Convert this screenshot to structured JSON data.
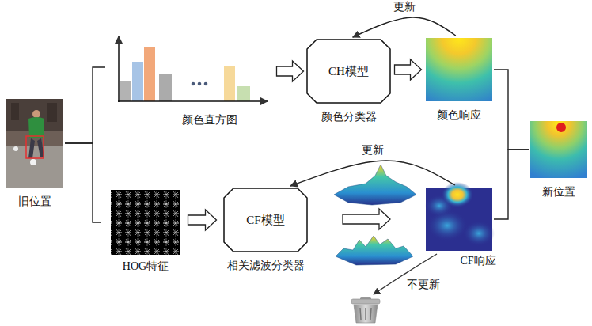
{
  "diagram": {
    "nodes": [
      {
        "text": [
          "旧位置"
        ]
      },
      {
        "text": [
          "颜色直方图"
        ]
      },
      {
        "text": [
          "CH模型",
          "颜色分类器"
        ]
      },
      {
        "text": [
          "颜色响应"
        ]
      },
      {
        "text": [
          "HOG特征"
        ]
      },
      {
        "text": [
          "CF模型",
          "相关滤波分类器"
        ]
      },
      {
        "text": [
          "CF响应"
        ]
      },
      {
        "text": [
          "新位置"
        ]
      }
    ],
    "edges": [
      {
        "from": 0,
        "to": 1,
        "arrow": "none"
      },
      {
        "from": 0,
        "to": 4,
        "arrow": "none"
      },
      {
        "from": 1,
        "to": 2,
        "arrow": "to"
      },
      {
        "from": 2,
        "to": 3,
        "arrow": "to"
      },
      {
        "from": 3,
        "to": 2,
        "label": "更新",
        "arrow": "to"
      },
      {
        "from": 4,
        "to": 5,
        "arrow": "to"
      },
      {
        "from": 5,
        "to": 6,
        "arrow": "to"
      },
      {
        "from": 6,
        "to": 5,
        "label": "更新",
        "arrow": "to"
      },
      {
        "from": 3,
        "to": 7,
        "arrow": "none"
      },
      {
        "from": 6,
        "to": 7,
        "arrow": "none"
      }
    ],
    "labels": [
      "不更新"
    ]
  }
}
